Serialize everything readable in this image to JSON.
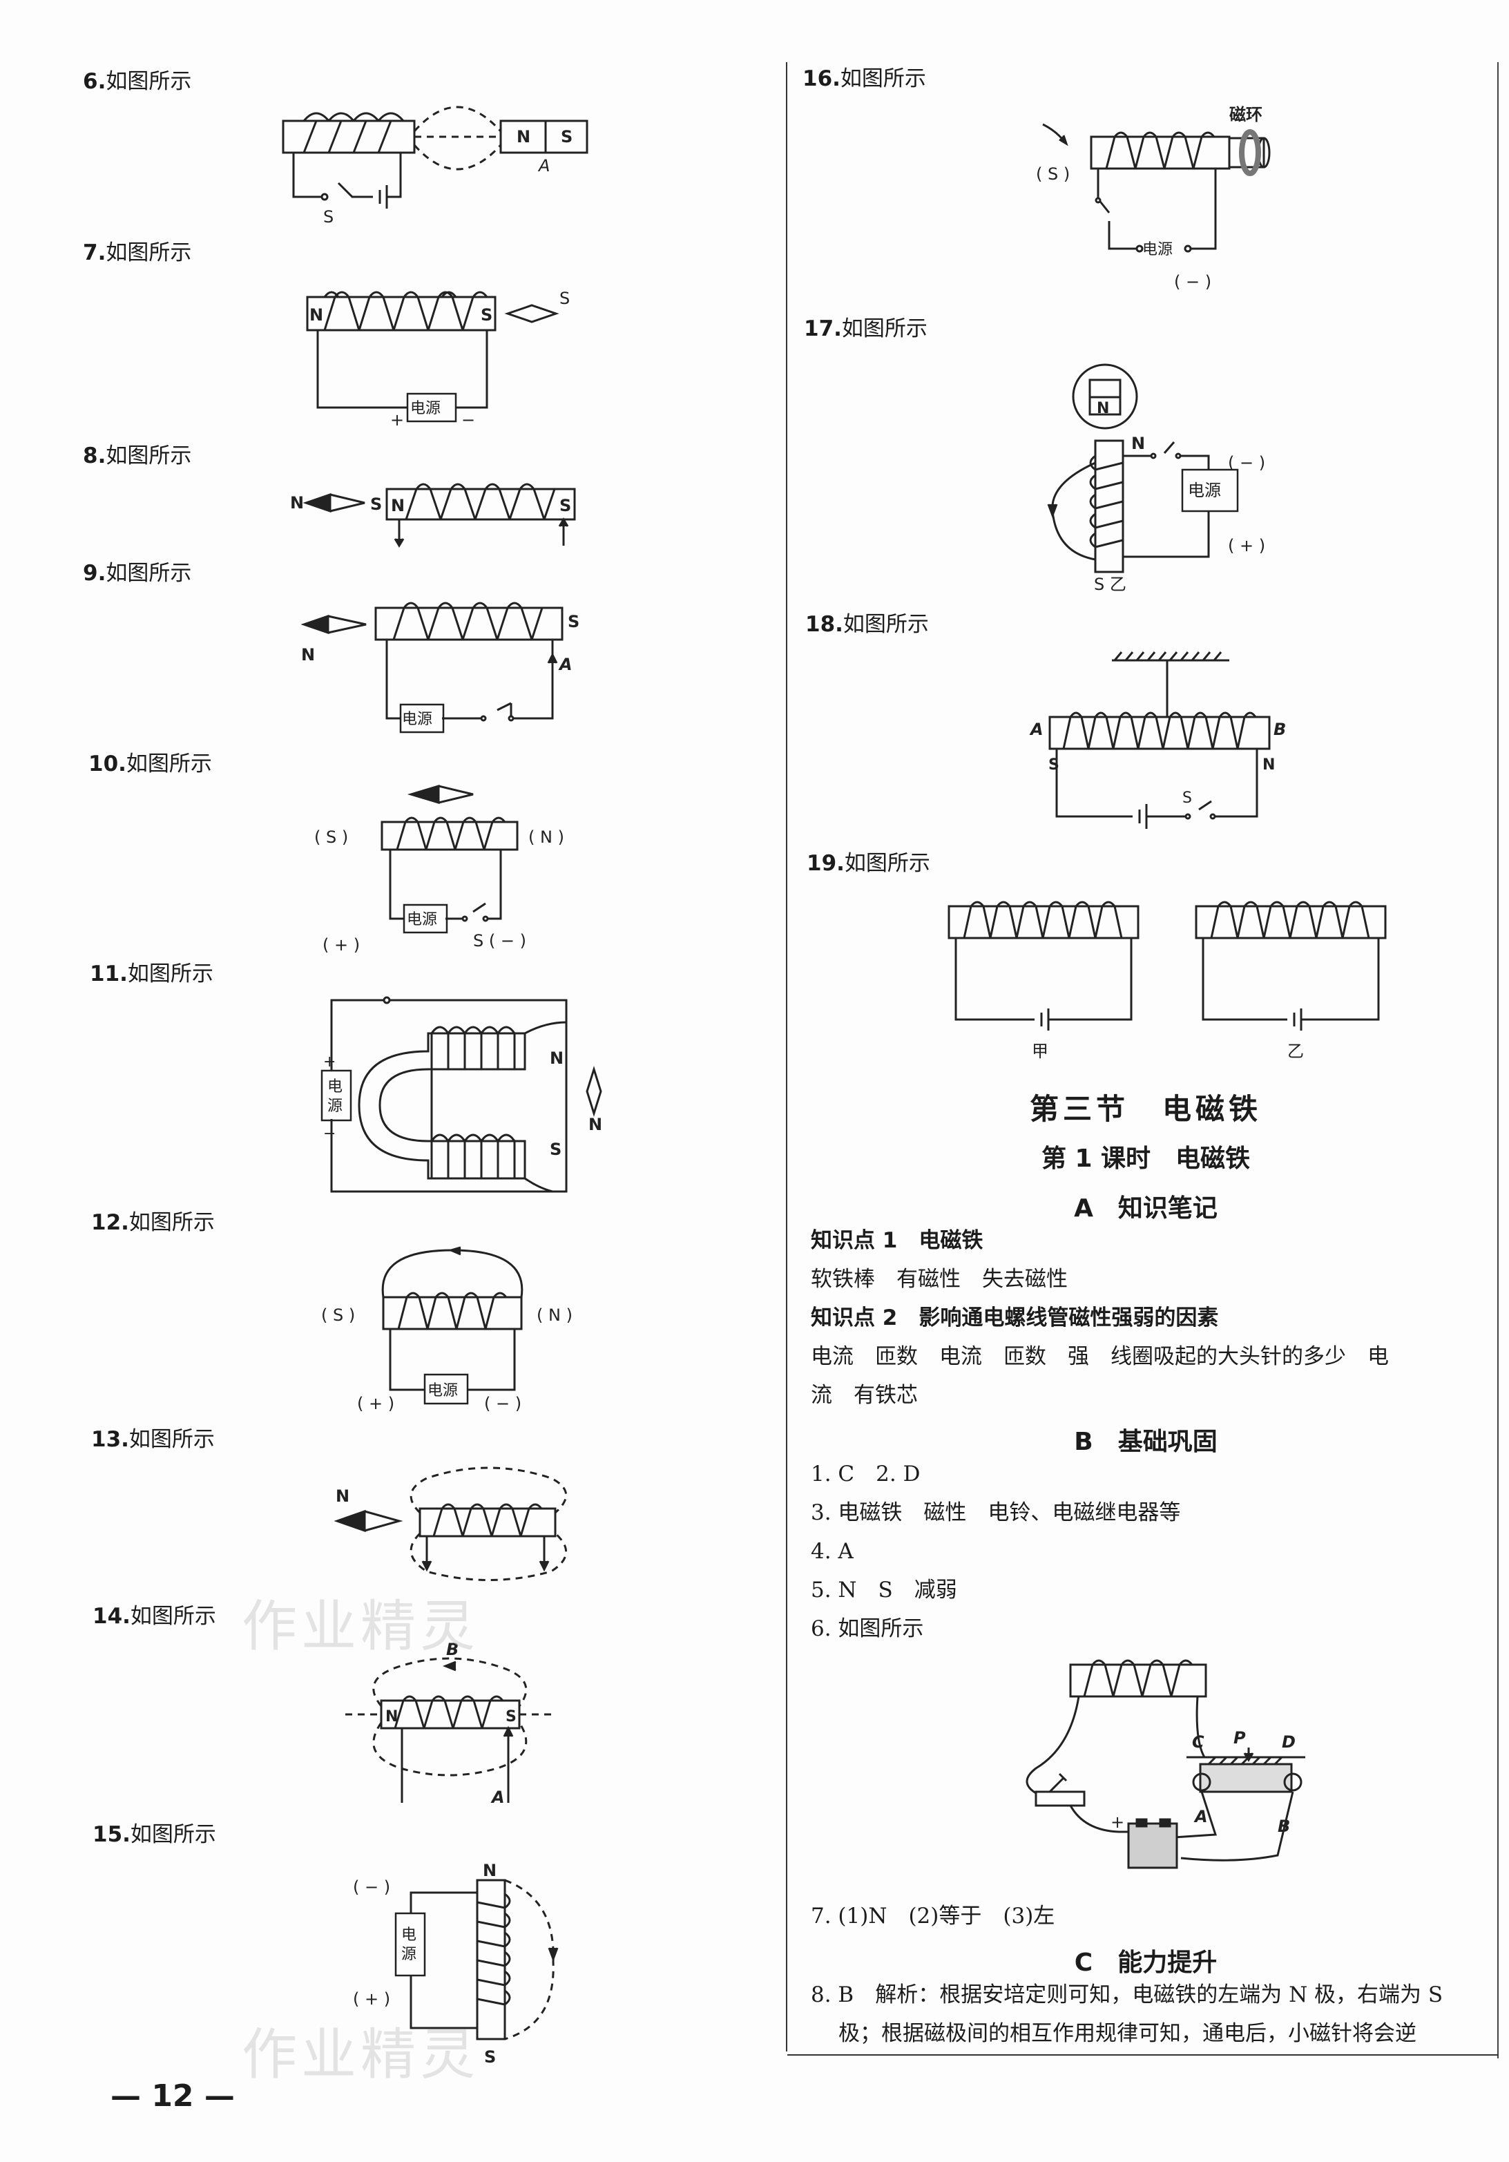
{
  "caption": "如图所示",
  "left_items": [
    {
      "num": "6."
    },
    {
      "num": "7."
    },
    {
      "num": "8."
    },
    {
      "num": "9."
    },
    {
      "num": "10."
    },
    {
      "num": "11."
    },
    {
      "num": "12."
    },
    {
      "num": "13."
    },
    {
      "num": "14."
    },
    {
      "num": "15."
    }
  ],
  "right_items": [
    {
      "num": "16."
    },
    {
      "num": "17."
    },
    {
      "num": "18."
    },
    {
      "num": "19."
    }
  ],
  "diagram_text": {
    "N": "N",
    "S": "S",
    "A": "A",
    "B": "B",
    "C": "C",
    "D": "D",
    "P": "P",
    "power": "电源",
    "power_v1": "电",
    "power_v2": "源",
    "plus": "+",
    "minus": "−",
    "S_paren": "( S )",
    "N_paren": "( N )",
    "plus_paren": "( + )",
    "minus_paren": "( − )",
    "S_minus": "S ( − )",
    "magnet_ring": "磁环",
    "power_dot": "○电源○",
    "S_yi": "S 乙",
    "jia": "甲",
    "yi": "乙"
  },
  "section": {
    "title": "第三节　电磁铁",
    "lesson": "第 1 课时　电磁铁",
    "part_a": "A　知识笔记",
    "kp1": "知识点 1　电磁铁",
    "kp1_text": "软铁棒　有磁性　失去磁性",
    "kp2": "知识点 2　影响通电螺线管磁性强弱的因素",
    "kp2_text1": "电流　匝数　电流　匝数　强　线圈吸起的大头针的多少　电",
    "kp2_text2": "流　有铁芯",
    "part_b": "B　基础巩固",
    "b_1": "1. C　2. D",
    "b_3": "3. 电磁铁　磁性　电铃、电磁继电器等",
    "b_4": "4. A",
    "b_5": "5. N　S　减弱",
    "b_6": "6. 如图所示",
    "b_7": "7. (1)N　(2)等于　(3)左",
    "part_c": "C　能力提升",
    "c_8a": "8. B　解析：根据安培定则可知，电磁铁的左端为 N 极，右端为 S",
    "c_8b": "极；根据磁极间的相互作用规律可知，通电后，小磁针将会逆"
  },
  "page_number": "— 12 —",
  "watermark": "作业精灵"
}
